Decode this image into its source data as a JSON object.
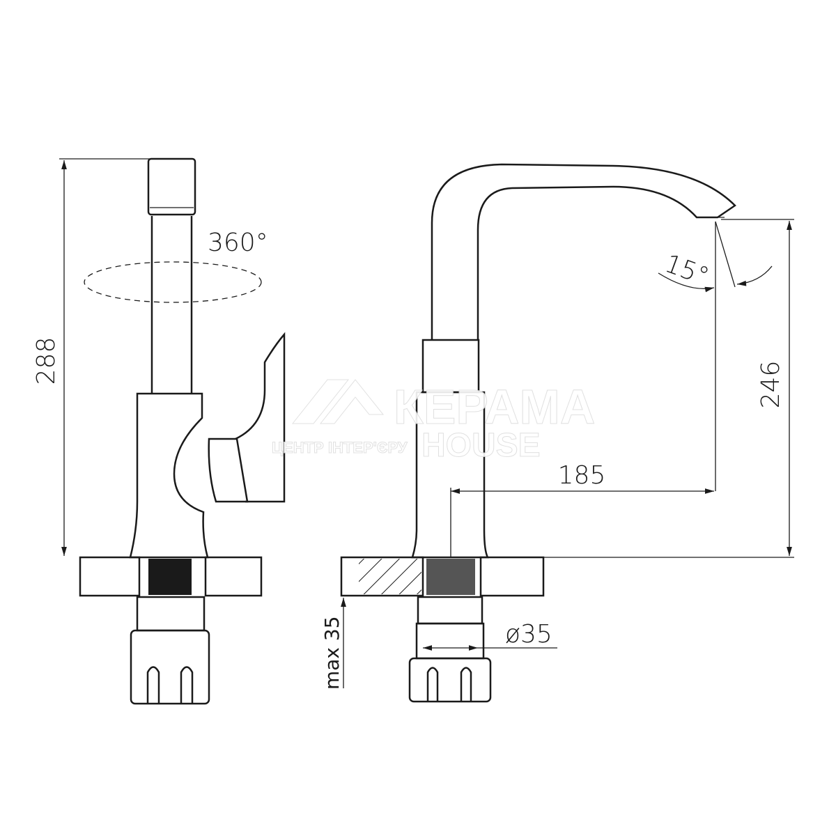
{
  "drawing": {
    "title": "Faucet dimension drawing",
    "dimensions": {
      "total_height": "288",
      "rotation": "360°",
      "spout_height": "246",
      "spout_reach": "185",
      "spout_angle": "15°",
      "mount_thickness": "max 35",
      "mount_diameter": "ø35"
    },
    "watermark": {
      "brand": "КЕРАМА",
      "brand_sub": "HOUSE",
      "tagline": "ЦЕНТР ІНТЕР'ЄРУ"
    },
    "colors": {
      "line": "#1a1a1a",
      "background": "#ffffff"
    }
  }
}
